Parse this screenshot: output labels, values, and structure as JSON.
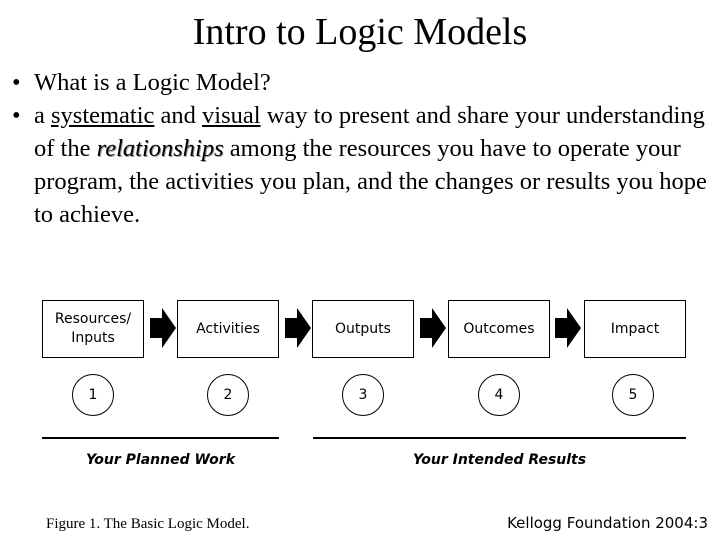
{
  "slide": {
    "title": "Intro to Logic Models",
    "bullet_char": "•",
    "bullets": {
      "b1": "What is a Logic Model?",
      "b2": {
        "t1": "a ",
        "u1": "systematic",
        "t2": " and ",
        "u2": "visual",
        "t3": " way to present and share your understanding of the ",
        "em": "relationships",
        "t4": " among the resources you have to operate your program, the activities you plan, and the changes or results you hope to achieve."
      }
    }
  },
  "figure": {
    "boxes": [
      {
        "label": "Resources/\nInputs"
      },
      {
        "label": "Activities"
      },
      {
        "label": "Outputs"
      },
      {
        "label": "Outcomes"
      },
      {
        "label": "Impact"
      }
    ],
    "numbers": [
      "1",
      "2",
      "3",
      "4",
      "5"
    ],
    "groups": {
      "planned": "Your Planned Work",
      "intended": "Your Intended Results"
    },
    "caption": "Figure 1. The Basic Logic Model."
  },
  "citation": "Kellogg Foundation 2004:3"
}
